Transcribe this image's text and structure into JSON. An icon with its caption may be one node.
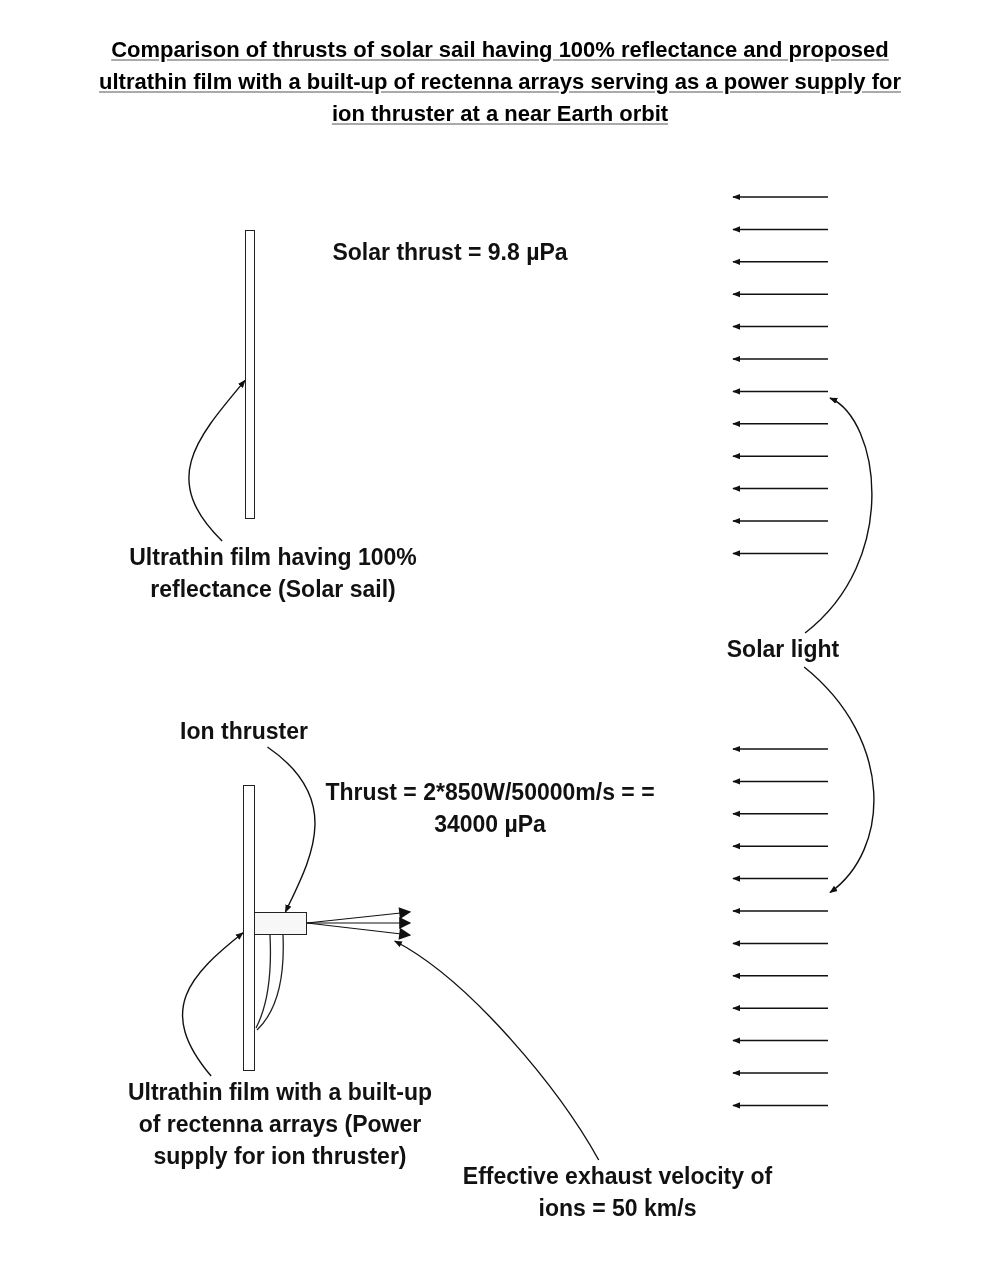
{
  "diagram": {
    "title": "Comparison of thrusts of solar sail having 100% reflectance and proposed ultrathin film with a built-up of rectenna arrays serving as a power supply for ion thruster at a near Earth orbit",
    "nodes": [
      {
        "text": [],
        "shape": "bar"
      },
      {
        "text": [
          "Ultrathin film having 100% reflectance (Solar sail)"
        ]
      },
      {
        "text": [
          "Ion thruster"
        ]
      },
      {
        "text": [],
        "shape": "box"
      },
      {
        "text": [],
        "shape": "bar"
      },
      {
        "text": [
          "Ultrathin film with a built-up of rectenna arrays (Power supply for ion thruster)"
        ]
      },
      {
        "text": [
          "Solar light"
        ]
      },
      {
        "text": [
          "Effective exhaust velocity of ions = 50 km/s"
        ]
      },
      {
        "text": [],
        "shape": "arrows"
      },
      {
        "text": [],
        "shape": "arrows"
      },
      {
        "text": [],
        "shape": "arrows"
      }
    ],
    "edges": [
      {
        "from": 1,
        "to": 0,
        "arrow": "to"
      },
      {
        "from": 2,
        "to": 3,
        "arrow": "to"
      },
      {
        "from": 5,
        "to": 4,
        "arrow": "to"
      },
      {
        "from": 6,
        "to": 8,
        "arrow": "to"
      },
      {
        "from": 6,
        "to": 9,
        "arrow": "to"
      },
      {
        "from": 7,
        "to": 10,
        "arrow": "to"
      }
    ],
    "labels": [
      "Solar thrust = 9.8 µPa",
      "Thrust = 2*850W/50000m/s = = 34000 µPa"
    ]
  }
}
